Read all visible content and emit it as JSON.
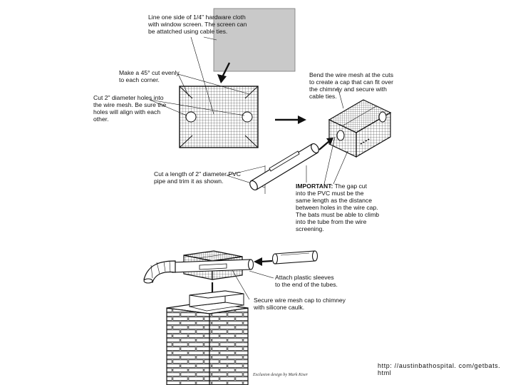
{
  "labels": {
    "screen": "Line one side of 1/4\" hardware cloth\nwith window screen. The screen can\nbe attatched using cable ties.",
    "cut45": "Make a 45° cut evenly\nto each corner.",
    "holes": "Cut 2\" diameter holes into\nthe wire mesh. Be sure the\nholes will align with each\nother.",
    "bend": "Bend the wire mesh at the cuts\nto create a cap that can fit over\nthe chimney and secure with\ncable ties.",
    "pvc": "Cut a length of 2\" diameter PVC\npipe and trim it as shown.",
    "important_title": "IMPORTANT:",
    "important_body": " The gap cut\ninto the PVC must be the\nsame length as the distance\nbetween holes in the wire cap.\nThe bats must be able to climb\ninto the tube from the wire\nscreening.",
    "sleeves": "Attach plastic sleeves\nto the end of the tubes.",
    "silicone": "Secure wire mesh cap to chimney\nwith silicone caulk."
  },
  "footer": {
    "credit": "Exclusion design by Mark Kiser",
    "url": "http: //austinbathospital. com/getbats. html"
  },
  "colors": {
    "ink": "#111111",
    "screen_fill": "#c9c9c9",
    "background": "#ffffff"
  }
}
